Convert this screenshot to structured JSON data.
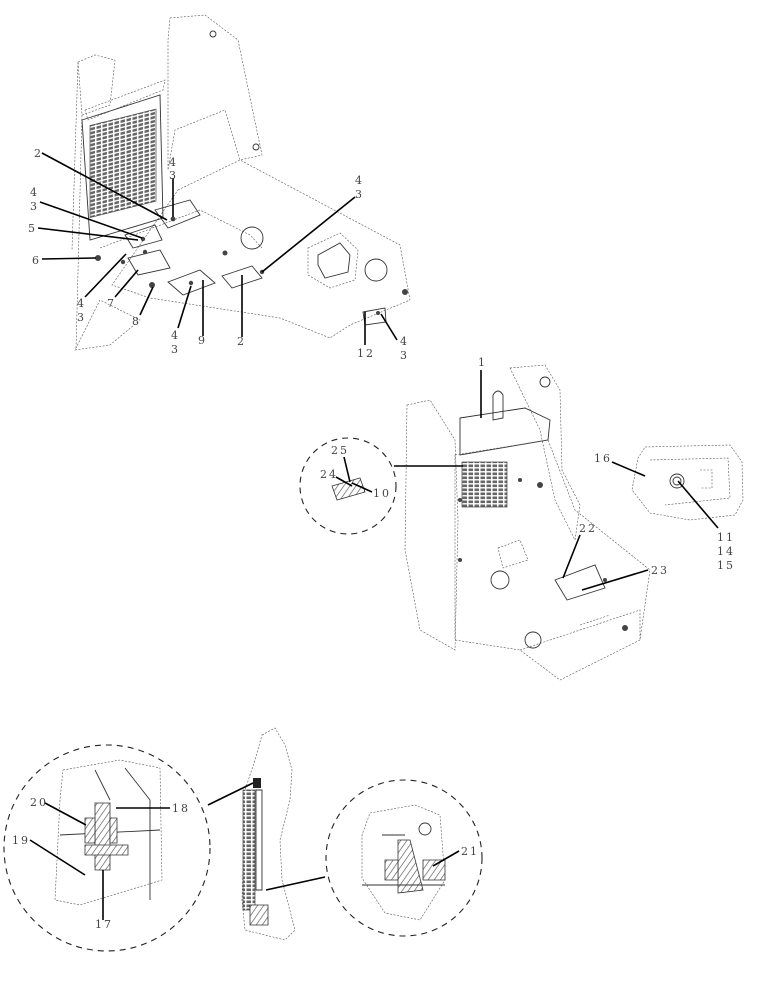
{
  "diagram": {
    "type": "exploded-parts-diagram",
    "subject": "Skid steer chassis frame, floor plates, seat-base panels and detail views",
    "views": [
      {
        "id": "view-upper-left",
        "name": "Rear frame with floor plates"
      },
      {
        "id": "view-center-right",
        "name": "Main chassis frame"
      },
      {
        "id": "view-detail-circle-24-25-10",
        "name": "Detail circle (items 24, 25, 10)"
      },
      {
        "id": "view-seat-panel",
        "name": "Seat side panel (items 16, 11, 14, 15)"
      },
      {
        "id": "view-side-section",
        "name": "Side upright section"
      },
      {
        "id": "view-detail-circle-left",
        "name": "Detail circle (items 17, 18, 19, 20)"
      },
      {
        "id": "view-detail-circle-right",
        "name": "Detail circle (item 21)"
      }
    ],
    "callouts": {
      "c2a": "2",
      "c43a_top": "4",
      "c43a_bot": "3",
      "c43b_top": "4",
      "c43b_bot": "3",
      "c5": "5",
      "c6": "6",
      "c43c_top": "4",
      "c43c_bot": "3",
      "c7": "7",
      "c8": "8",
      "c43d_top": "4",
      "c43d_bot": "3",
      "c9": "9",
      "c2b": "2",
      "c43e_top": "4",
      "c43e_bot": "3",
      "c12": "12",
      "c43f_top": "4",
      "c43f_bot": "3",
      "c1": "1",
      "c25": "25",
      "c24": "24",
      "c10": "10",
      "c16": "16",
      "c11": "11",
      "c14": "14",
      "c15": "15",
      "c22": "22",
      "c23": "23",
      "c20": "20",
      "c18": "18",
      "c19": "19",
      "c17": "17",
      "c21": "21"
    }
  }
}
